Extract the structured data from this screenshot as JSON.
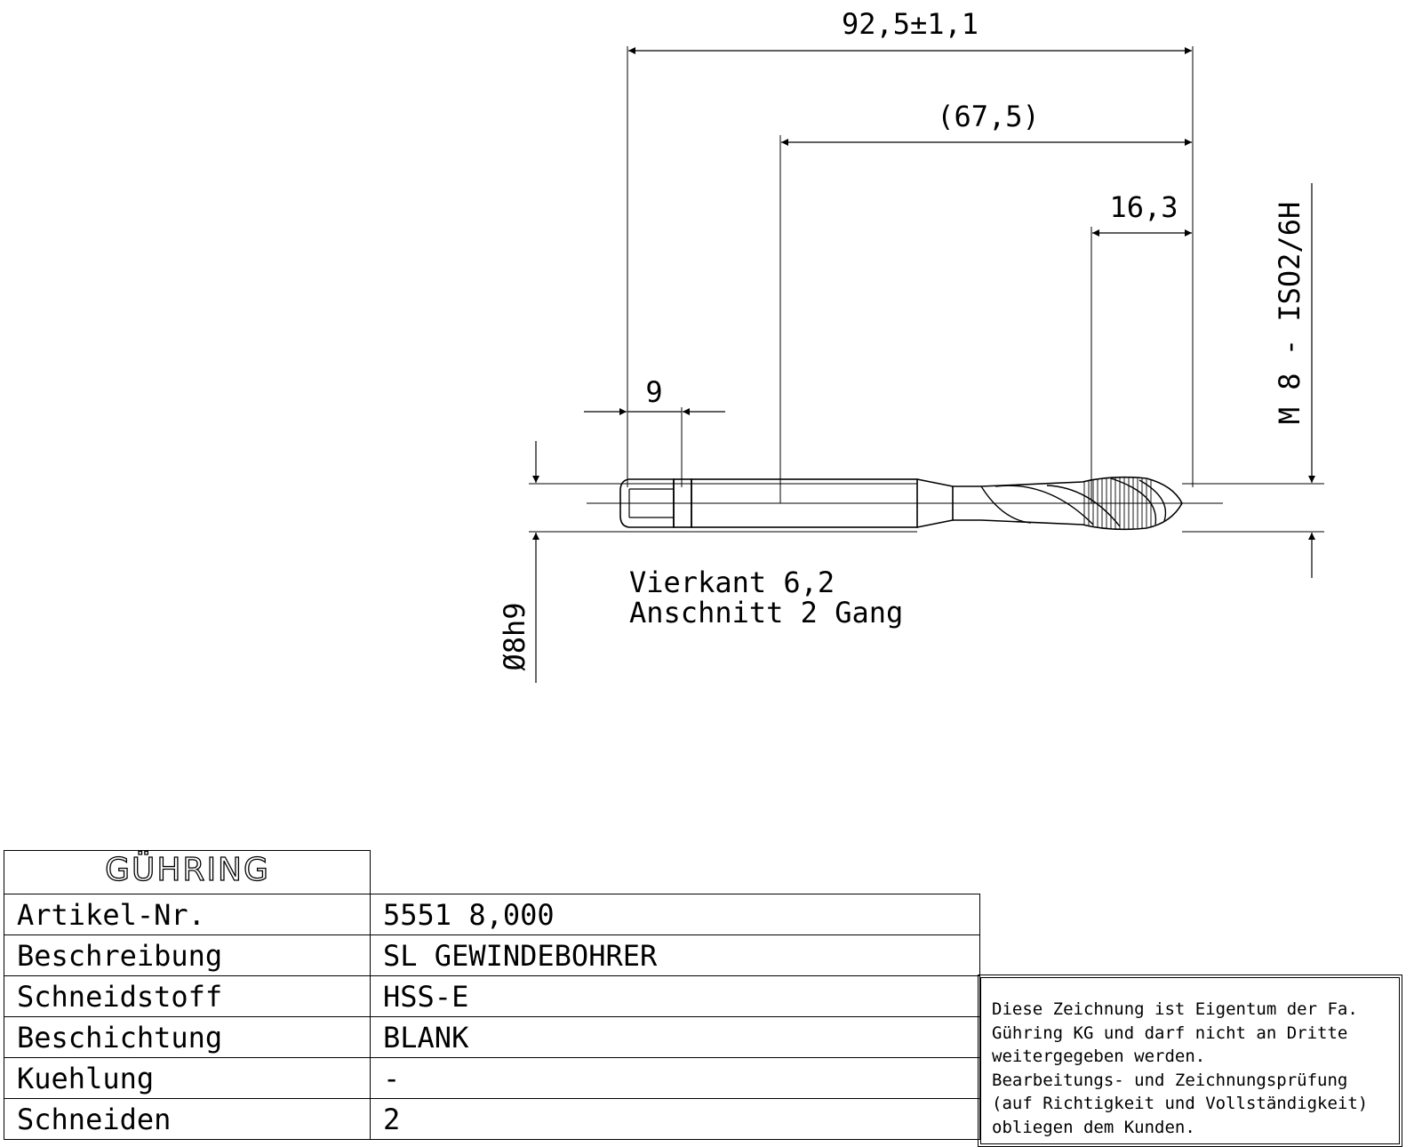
{
  "dimensions": {
    "overall_length": "92,5±1,1",
    "shank_length": "(67,5)",
    "thread_length": "16,3",
    "square_length": "9",
    "shank_diameter": "Ø8h9",
    "thread_spec": "M 8 - ISO2/6H"
  },
  "notes": {
    "square": "Vierkant 6,2",
    "chamfer": "Anschnitt 2 Gang"
  },
  "title_block": {
    "logo_text": "GÜHRING",
    "rows": [
      {
        "label": "Artikel-Nr.",
        "value": "5551 8,000"
      },
      {
        "label": "Beschreibung",
        "value": "SL GEWINDEBOHRER"
      },
      {
        "label": "Schneidstoff",
        "value": "HSS-E"
      },
      {
        "label": "Beschichtung",
        "value": "BLANK"
      },
      {
        "label": "Kuehlung",
        "value": "-"
      },
      {
        "label": "Schneiden",
        "value": "2"
      }
    ]
  },
  "notice": {
    "lines": [
      "Diese Zeichnung ist Eigentum der Fa.",
      "Gühring KG und darf nicht an Dritte",
      "weitergegeben werden.",
      "Bearbeitungs- und Zeichnungsprüfung",
      "(auf Richtigkeit und Vollständigkeit)",
      "obliegen dem Kunden."
    ]
  }
}
